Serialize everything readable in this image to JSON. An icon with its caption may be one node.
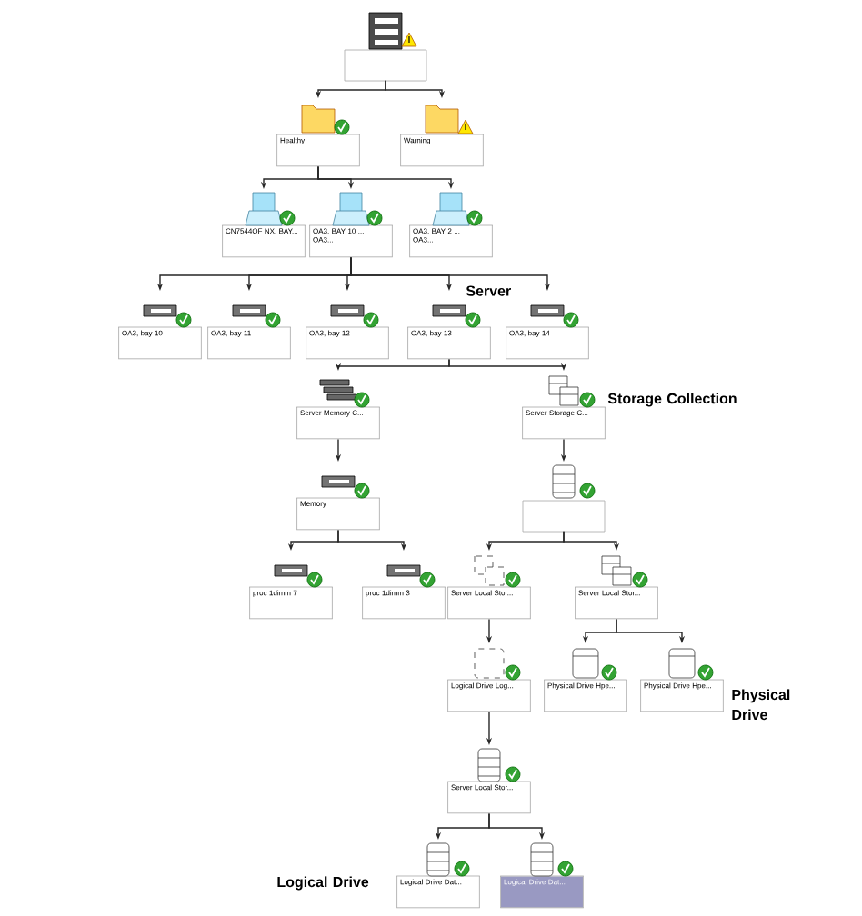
{
  "diagram": {
    "nodes": [
      {
        "text": [],
        "shape": "box"
      },
      {
        "text": [
          "Healthy"
        ]
      },
      {
        "text": [
          "Warning"
        ]
      },
      {
        "text": [
          "CN7544OF NX, BAY..."
        ]
      },
      {
        "text": [
          "OA3, BAY 10 ... OA3..."
        ]
      },
      {
        "text": [
          "OA3, BAY 2 ... OA3..."
        ]
      },
      {
        "text": [
          "OA3, bay 10"
        ]
      },
      {
        "text": [
          "OA3, bay 11"
        ]
      },
      {
        "text": [
          "OA3, bay 12"
        ]
      },
      {
        "text": [
          "OA3, bay 13"
        ]
      },
      {
        "text": [
          "OA3, bay 14"
        ]
      },
      {
        "text": [
          "Server Memory C..."
        ]
      },
      {
        "text": [
          "Server Storage C..."
        ]
      },
      {
        "text": [
          "Memory"
        ]
      },
      {
        "text": [],
        "shape": "box"
      },
      {
        "text": [
          "proc 1dimm 7"
        ]
      },
      {
        "text": [
          "proc 1dimm 3"
        ]
      },
      {
        "text": [
          "Server Local Stor..."
        ]
      },
      {
        "text": [
          "Server Local Stor..."
        ]
      },
      {
        "text": [
          "Logical Drive Log..."
        ]
      },
      {
        "text": [
          "Physical Drive Hpe..."
        ]
      },
      {
        "text": [
          "Physical Drive Hpe..."
        ]
      },
      {
        "text": [
          "Server Local Stor..."
        ]
      },
      {
        "text": [
          "Logical Drive Dat..."
        ]
      },
      {
        "text": [
          "Logical Drive Dat..."
        ]
      }
    ],
    "edges": [
      {
        "from": 0,
        "to": 1,
        "arrow": "to"
      },
      {
        "from": 0,
        "to": 2,
        "arrow": "to"
      },
      {
        "from": 1,
        "to": 3,
        "arrow": "to"
      },
      {
        "from": 1,
        "to": 4,
        "arrow": "to"
      },
      {
        "from": 1,
        "to": 5,
        "arrow": "to"
      },
      {
        "from": 4,
        "to": 6,
        "arrow": "to"
      },
      {
        "from": 4,
        "to": 7,
        "arrow": "to"
      },
      {
        "from": 4,
        "to": 8,
        "arrow": "to"
      },
      {
        "from": 4,
        "to": 9,
        "arrow": "to"
      },
      {
        "from": 4,
        "to": 10,
        "arrow": "to"
      },
      {
        "from": 9,
        "to": 11,
        "arrow": "to"
      },
      {
        "from": 9,
        "to": 12,
        "arrow": "to"
      },
      {
        "from": 11,
        "to": 13,
        "arrow": "to"
      },
      {
        "from": 12,
        "to": 14,
        "arrow": "to"
      },
      {
        "from": 13,
        "to": 15,
        "arrow": "to"
      },
      {
        "from": 13,
        "to": 16,
        "arrow": "to"
      },
      {
        "from": 14,
        "to": 17,
        "arrow": "to"
      },
      {
        "from": 14,
        "to": 18,
        "arrow": "to"
      },
      {
        "from": 17,
        "to": 19,
        "arrow": "to"
      },
      {
        "from": 18,
        "to": 20,
        "arrow": "to"
      },
      {
        "from": 18,
        "to": 21,
        "arrow": "to"
      },
      {
        "from": 19,
        "to": 22,
        "arrow": "to"
      },
      {
        "from": 22,
        "to": 23,
        "arrow": "to"
      },
      {
        "from": 22,
        "to": 24,
        "arrow": "to"
      }
    ],
    "labels": [
      "Server",
      "Storage Collection",
      "Physical Drive",
      "Logical Drive"
    ]
  }
}
